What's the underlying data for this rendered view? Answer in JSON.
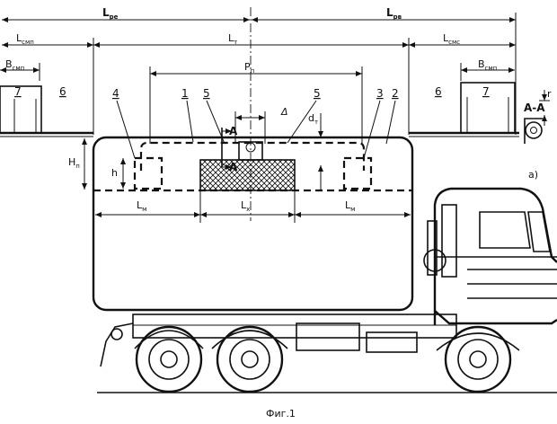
{
  "dimensions": {
    "L_pe_left": {
      "main": "L",
      "sub": "ре"
    },
    "L_pe_right": {
      "main": "L",
      "sub": "рв"
    },
    "L_smp": {
      "main": "L",
      "sub": "смп"
    },
    "L_t": {
      "main": "L",
      "sub": "т"
    },
    "L_smc": {
      "main": "L",
      "sub": "смс"
    },
    "B_smp_left": {
      "main": "B",
      "sub": "смп"
    },
    "B_smp_right": {
      "main": "B",
      "sub": "смп"
    },
    "P_n": {
      "main": "P",
      "sub": "п"
    },
    "delta": "Δ",
    "d_t": {
      "main": "d",
      "sub": "т"
    },
    "H_n": {
      "main": "H",
      "sub": "п"
    },
    "h": "h",
    "L_m_left": {
      "main": "L",
      "sub": "м"
    },
    "L_x": {
      "main": "L",
      "sub": "х"
    },
    "L_m_right": {
      "main": "L",
      "sub": "м"
    },
    "r": "r"
  },
  "part_numbers": {
    "p7_left": "7",
    "p6_left": "6",
    "p4": "4",
    "p1": "1",
    "p5a": "5",
    "p5b": "5",
    "p3": "3",
    "p2": "2",
    "p6_right": "6",
    "p7_right": "7"
  },
  "section": {
    "label": "А-А",
    "arrow_a1": "A",
    "arrow_a2": "A",
    "view": "a)"
  },
  "caption": "Фиг.1"
}
